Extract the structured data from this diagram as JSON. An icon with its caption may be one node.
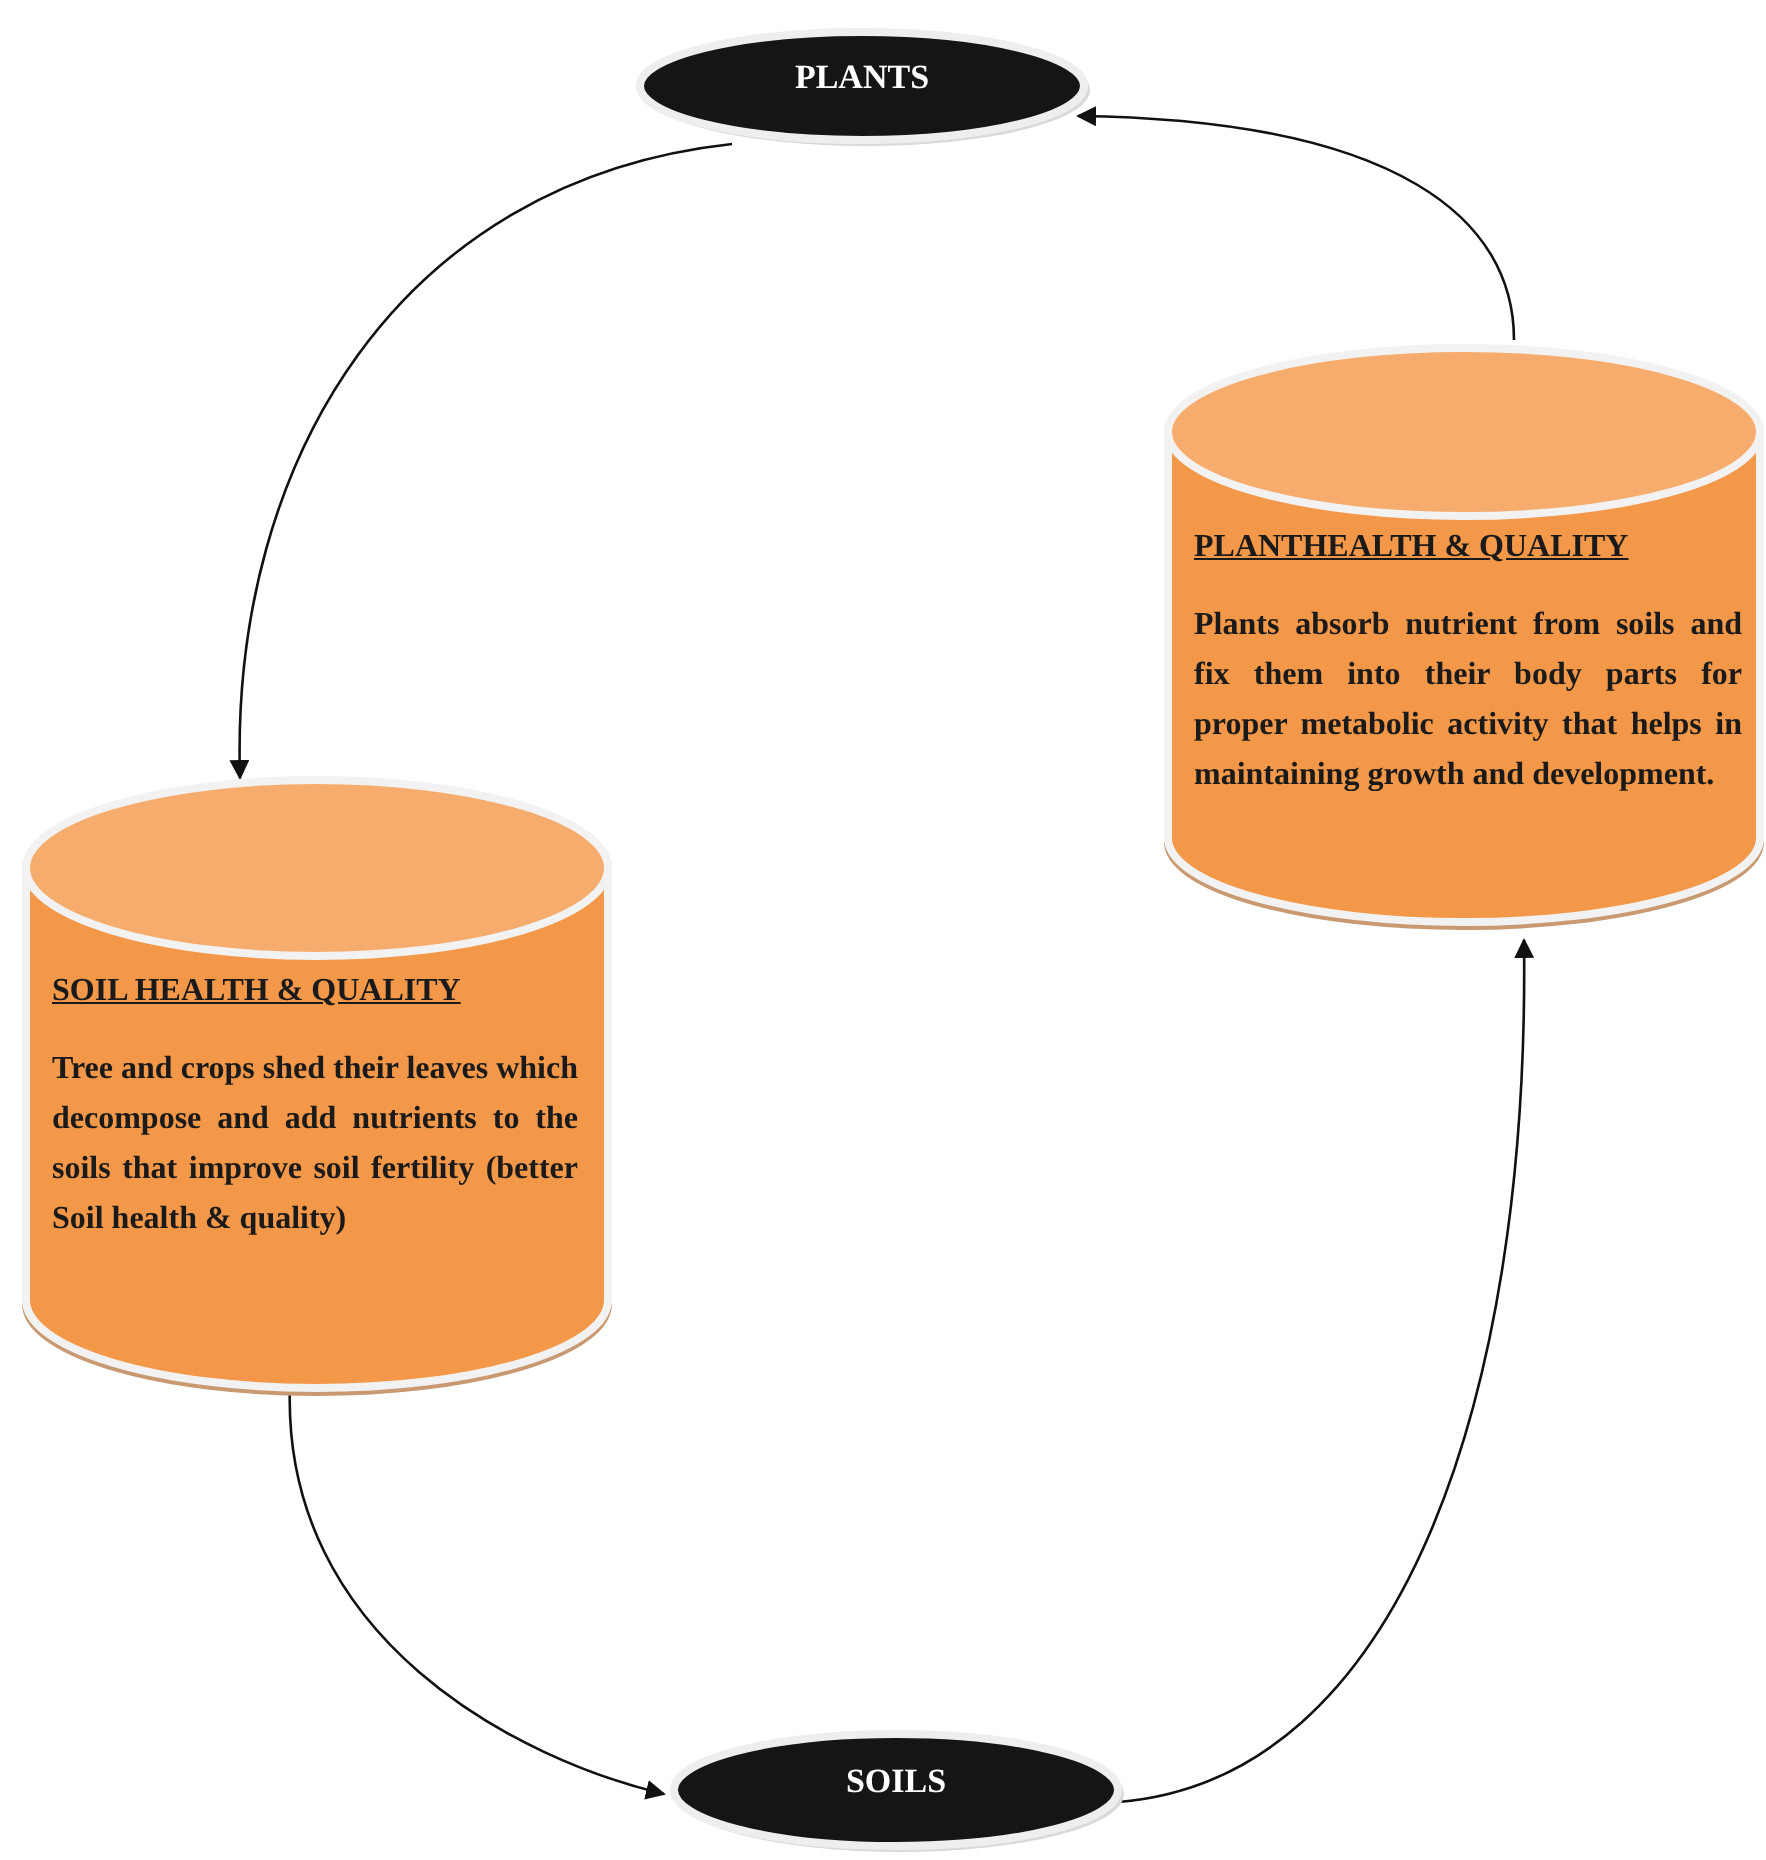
{
  "diagram": {
    "nodes": [
      {
        "text": [
          "PLANTS"
        ]
      },
      {
        "text": [
          "PLANTHEALTH & QUALITY",
          "Plants absorb nutrient from soils and fix them into their body parts for proper metabolic activity that helps in maintaining growth and development."
        ]
      },
      {
        "text": [
          "SOIL HEALTH & QUALITY",
          "Tree and crops shed their leaves which decompose and add nutrients to the soils that improve soil fertility (better Soil health & quality)"
        ]
      },
      {
        "text": [
          "SOILS"
        ]
      }
    ],
    "edges": [
      {
        "from": 0,
        "to": 2,
        "arrow": "to"
      },
      {
        "from": 2,
        "to": 3,
        "arrow": "to"
      },
      {
        "from": 3,
        "to": 1,
        "arrow": "to"
      },
      {
        "from": 1,
        "to": 0,
        "arrow": "to"
      }
    ]
  }
}
